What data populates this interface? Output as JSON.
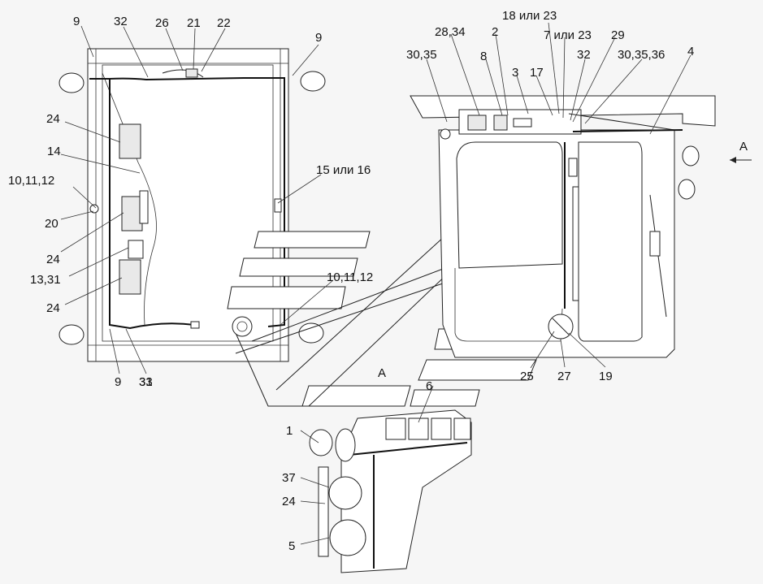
{
  "diagram": {
    "view_marker_label": "A",
    "view_arrow_label": "A",
    "callouts": {
      "l9_top_left": "9",
      "l32_top": "32",
      "l26": "26",
      "l21": "21",
      "l22": "22",
      "l9_top_right": "9",
      "l24_a": "24",
      "l14": "14",
      "l10_11_12_left": "10,11,12",
      "l20": "20",
      "l24_b": "24",
      "l13_31": "13,31",
      "l24_c": "24",
      "l15_16": "15 или 16",
      "l10_11_12_mid": "10,11,12",
      "l9_bottom": "9",
      "l33": "33",
      "l31_bottom": "31",
      "l18_23": "18 или 23",
      "l28_34": "28,34",
      "l2": "2",
      "l7_23": "7 или 23",
      "l29": "29",
      "l30_35": "30,35",
      "l8": "8",
      "l32_right": "32",
      "l30_35_36": "30,35,36",
      "l4": "4",
      "l3": "3",
      "l17": "17",
      "l25": "25",
      "l27": "27",
      "l19": "19",
      "l6": "6",
      "l1": "1",
      "l37": "37",
      "l24_d": "24",
      "l5": "5"
    }
  }
}
